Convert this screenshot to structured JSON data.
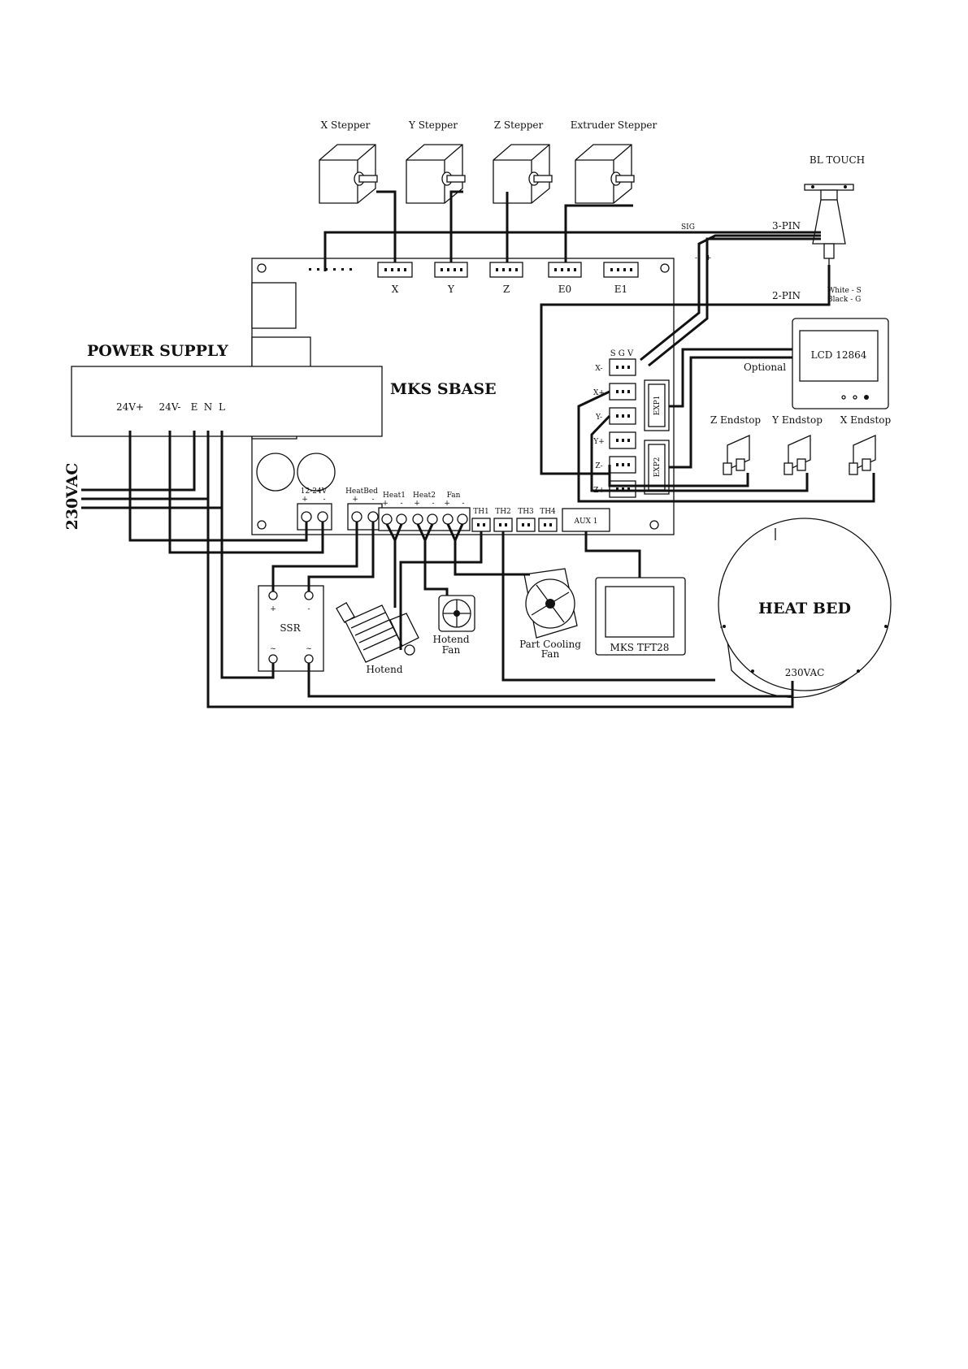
{
  "diagram": {
    "board": {
      "title": "MKS SBASE"
    },
    "power_supply": {
      "title": "POWER SUPPLY",
      "terminals": [
        "24V+",
        "24V-",
        "E",
        "N",
        "L"
      ],
      "mains_label": "230VAC"
    },
    "steppers": [
      "X Stepper",
      "Y Stepper",
      "Z Stepper",
      "Extruder Stepper"
    ],
    "motor_ports": [
      "X",
      "Y",
      "Z",
      "E0",
      "E1"
    ],
    "bltouch": {
      "title": "BL TOUCH",
      "sig": "SIG",
      "three_pin": "3-PIN",
      "two_pin": "2-PIN",
      "minus": "-",
      "plus": "+",
      "white": "White - S",
      "black": "Black - G"
    },
    "endstop_header": "S G V",
    "endstop_ports": [
      "X-",
      "X+",
      "Y-",
      "Y+",
      "Z-",
      "Z+"
    ],
    "exp": [
      "EXP1",
      "EXP2"
    ],
    "lcd": {
      "label": "LCD 12864",
      "optional": "Optional"
    },
    "endstops": [
      "Z Endstop",
      "Y Endstop",
      "X Endstop"
    ],
    "power_terms": {
      "vin": "12-24V",
      "heatbed": "HeatBed",
      "heat1": "Heat1",
      "heat2": "Heat2",
      "fan": "Fan",
      "plus": "+",
      "minus": "-"
    },
    "thermistors": [
      "TH1",
      "TH2",
      "TH3",
      "TH4"
    ],
    "aux": "AUX 1",
    "ssr": {
      "label": "SSR",
      "plus": "+",
      "minus": "-",
      "tilde": "~"
    },
    "hotend": "Hotend",
    "hotend_fan": [
      "Hotend",
      "Fan"
    ],
    "part_fan": [
      "Part Cooling",
      "Fan"
    ],
    "tft": "MKS TFT28",
    "heatbed": {
      "label": "HEAT BED",
      "voltage": "230VAC"
    }
  }
}
